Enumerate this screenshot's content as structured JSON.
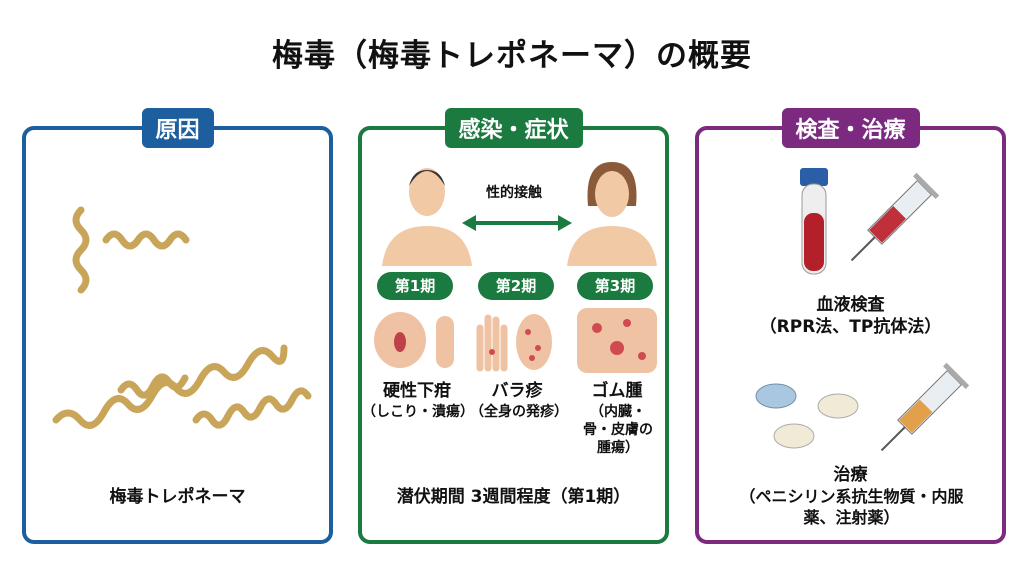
{
  "title": "梅毒（梅毒トレポネーマ）の概要",
  "cause": {
    "heading": "原因",
    "label": "梅毒トレポネーマ"
  },
  "infection": {
    "heading": "感染・症状",
    "contact_label": "性的接触",
    "stages": [
      {
        "badge": "第1期",
        "name": "硬性下疳",
        "detail": "（しこり・潰瘍）"
      },
      {
        "badge": "第2期",
        "name": "バラ疹",
        "detail": "（全身の発疹）"
      },
      {
        "badge": "第3期",
        "name": "ゴム腫",
        "detail": "（内臓・骨・皮膚の腫瘍）"
      }
    ],
    "incubation": "潜伏期間 3週間程度（第1期）"
  },
  "diagnosis": {
    "heading": "検査・治療",
    "test_name": "血液検査",
    "test_detail": "（RPR法、TP抗体法）",
    "treatment_name": "治療",
    "treatment_detail": "（ペニシリン系抗生物質・内服薬、注射薬）"
  }
}
